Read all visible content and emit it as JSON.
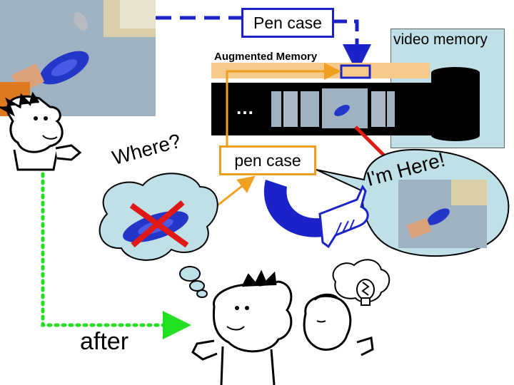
{
  "labels": {
    "pen_case_top": "Pen case",
    "video_memory": "video memory",
    "augmented_memory": "Augmented Memory",
    "ellipsis": "…",
    "pen_case_lower": "pen case",
    "where": "Where?",
    "im_here": "I'm Here!",
    "after": "after"
  },
  "colors": {
    "blue_accent": "#1a22c8",
    "orange_accent": "#f0a020",
    "red_arrow": "#e01818",
    "green_dots": "#20e020",
    "memory_panel": "#bfe0e6",
    "augmented_band": "#f5c98a"
  }
}
